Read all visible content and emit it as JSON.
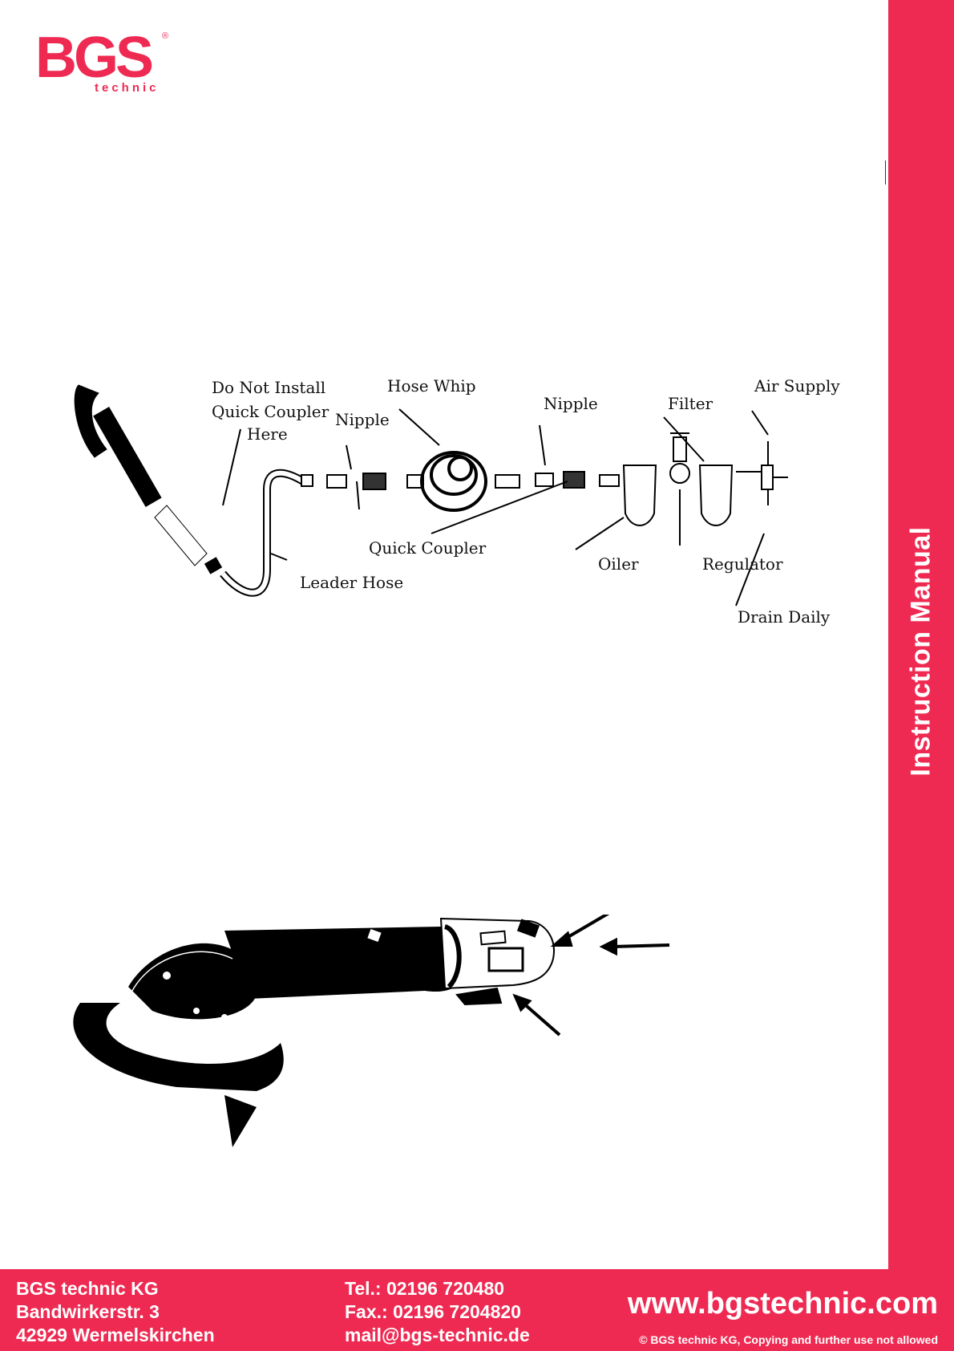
{
  "brand": {
    "logo_letters": "BGS",
    "logo_sub": "technic",
    "logo_mark": "®",
    "accent_color": "#ee2a52"
  },
  "sidebar": {
    "label": "Instruction Manual"
  },
  "diagram": {
    "labels": {
      "do_not_install_1": "Do Not Install",
      "do_not_install_2": "Quick Coupler",
      "do_not_install_3": "Here",
      "nipple_left": "Nipple",
      "hose_whip": "Hose Whip",
      "nipple_right": "Nipple",
      "filter": "Filter",
      "air_supply": "Air Supply",
      "quick_coupler": "Quick Coupler",
      "leader_hose": "Leader Hose",
      "oiler": "Oiler",
      "regulator": "Regulator",
      "drain_daily": "Drain Daily"
    }
  },
  "footer": {
    "company": "BGS technic KG",
    "street": "Bandwirkerstr. 3",
    "city": "42929 Wermelskirchen",
    "tel": "Tel.: 02196 720480",
    "fax": "Fax.: 02196 7204820",
    "mail": "mail@bgs-technic.de",
    "website": "www.bgstechnic.com",
    "copyright": "© BGS technic KG, Copying and further use not allowed"
  }
}
